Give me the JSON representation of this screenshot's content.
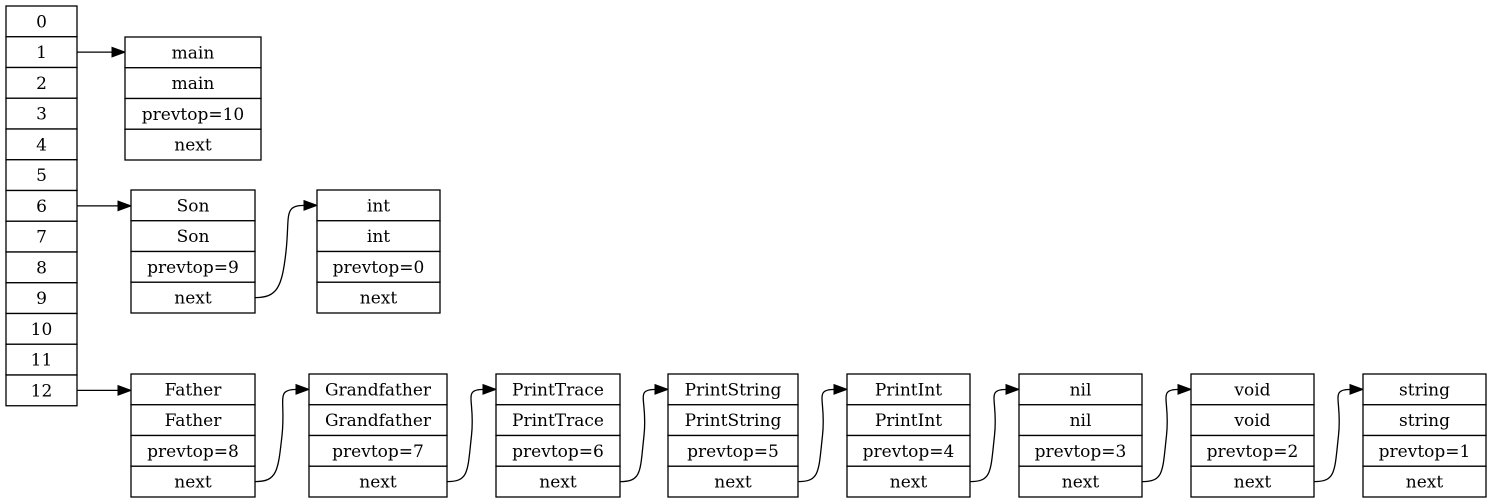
{
  "table": {
    "slots": [
      "0",
      "1",
      "2",
      "3",
      "4",
      "5",
      "6",
      "7",
      "8",
      "9",
      "10",
      "11",
      "12"
    ]
  },
  "chains": [
    {
      "slot": 1,
      "nodes": [
        {
          "fields": [
            "main",
            "main",
            "prevtop=10",
            "next"
          ]
        }
      ]
    },
    {
      "slot": 6,
      "nodes": [
        {
          "fields": [
            "Son",
            "Son",
            "prevtop=9",
            "next"
          ]
        },
        {
          "fields": [
            "int",
            "int",
            "prevtop=0",
            "next"
          ]
        }
      ]
    },
    {
      "slot": 12,
      "nodes": [
        {
          "fields": [
            "Father",
            "Father",
            "prevtop=8",
            "next"
          ]
        },
        {
          "fields": [
            "Grandfather",
            "Grandfather",
            "prevtop=7",
            "next"
          ]
        },
        {
          "fields": [
            "PrintTrace",
            "PrintTrace",
            "prevtop=6",
            "next"
          ]
        },
        {
          "fields": [
            "PrintString",
            "PrintString",
            "prevtop=5",
            "next"
          ]
        },
        {
          "fields": [
            "PrintInt",
            "PrintInt",
            "prevtop=4",
            "next"
          ]
        },
        {
          "fields": [
            "nil",
            "nil",
            "prevtop=3",
            "next"
          ]
        },
        {
          "fields": [
            "void",
            "void",
            "prevtop=2",
            "next"
          ]
        },
        {
          "fields": [
            "string",
            "string",
            "prevtop=1",
            "next"
          ]
        }
      ]
    }
  ]
}
